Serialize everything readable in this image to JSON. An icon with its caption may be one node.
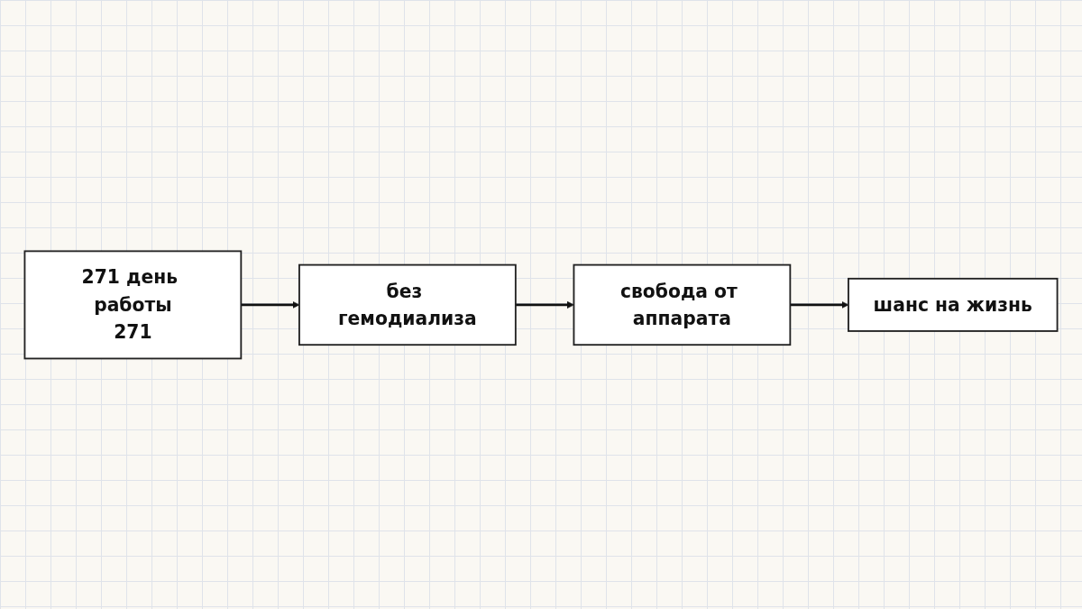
{
  "diagram": {
    "nodes": [
      {
        "text": [
          "271 день работы",
          "271"
        ]
      },
      {
        "text": [
          "без гемодиализа"
        ]
      },
      {
        "text": [
          "свобода от аппарата"
        ]
      },
      {
        "text": [
          "шанс на жизнь"
        ]
      }
    ],
    "edges": [
      {
        "from": 0,
        "to": 1,
        "arrow": "to"
      },
      {
        "from": 1,
        "to": 2,
        "arrow": "to"
      },
      {
        "from": 2,
        "to": 3,
        "arrow": "to"
      }
    ]
  }
}
